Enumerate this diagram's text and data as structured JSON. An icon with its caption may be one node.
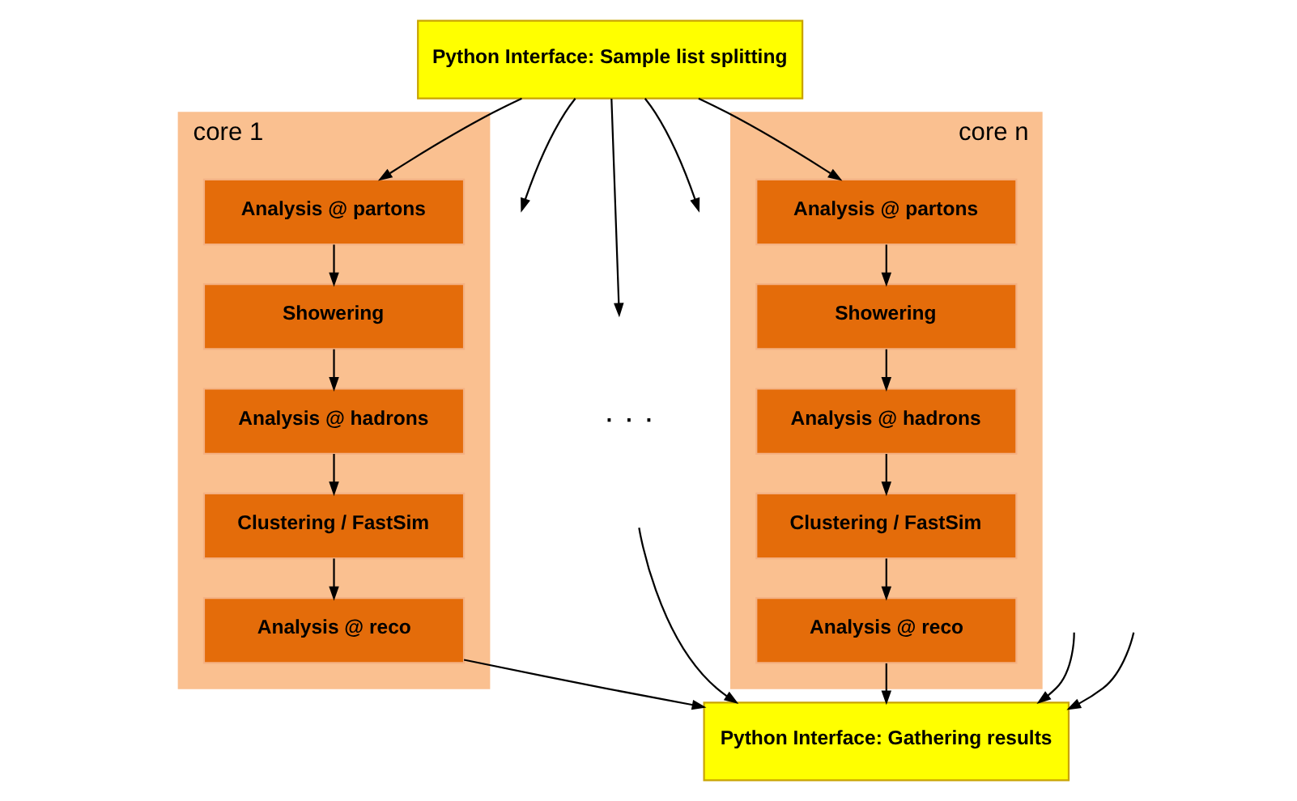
{
  "diagram": {
    "nodes": [
      {
        "text": [
          "Python Interface: Sample list splitting"
        ]
      },
      {
        "text": [
          "core 1"
        ]
      },
      {
        "text": [
          "Analysis @ partons"
        ],
        "in": 1
      },
      {
        "text": [
          "Showering"
        ],
        "in": 1
      },
      {
        "text": [
          "Analysis @ hadrons"
        ],
        "in": 1
      },
      {
        "text": [
          "Clustering / FastSim"
        ],
        "in": 1
      },
      {
        "text": [
          "Analysis @ reco"
        ],
        "in": 1
      },
      {
        "text": [
          "core n"
        ]
      },
      {
        "text": [
          "Analysis @ partons"
        ],
        "in": 7
      },
      {
        "text": [
          "Showering"
        ],
        "in": 7
      },
      {
        "text": [
          "Analysis @ hadrons"
        ],
        "in": 7
      },
      {
        "text": [
          "Clustering / FastSim"
        ],
        "in": 7
      },
      {
        "text": [
          "Analysis @ reco"
        ],
        "in": 7
      },
      {
        "text": [
          "Python Interface: Gathering results"
        ]
      }
    ],
    "edges": [
      {
        "from": 0,
        "to": 2,
        "arrow": "to"
      },
      {
        "from": 0,
        "to": null,
        "arrow": "to"
      },
      {
        "from": 0,
        "to": null,
        "arrow": "to"
      },
      {
        "from": 0,
        "to": null,
        "arrow": "to"
      },
      {
        "from": 0,
        "to": 8,
        "arrow": "to"
      },
      {
        "from": 2,
        "to": 3,
        "arrow": "to"
      },
      {
        "from": 3,
        "to": 4,
        "arrow": "to"
      },
      {
        "from": 4,
        "to": 5,
        "arrow": "to"
      },
      {
        "from": 5,
        "to": 6,
        "arrow": "to"
      },
      {
        "from": 8,
        "to": 9,
        "arrow": "to"
      },
      {
        "from": 9,
        "to": 10,
        "arrow": "to"
      },
      {
        "from": 10,
        "to": 11,
        "arrow": "to"
      },
      {
        "from": 11,
        "to": 12,
        "arrow": "to"
      },
      {
        "from": 6,
        "to": 13,
        "arrow": "to"
      },
      {
        "from": null,
        "to": 13,
        "arrow": "to"
      },
      {
        "from": null,
        "to": 13,
        "arrow": "to"
      },
      {
        "from": null,
        "to": 13,
        "arrow": "to"
      },
      {
        "from": 12,
        "to": 13,
        "arrow": "to"
      }
    ],
    "labels": [
      "· · ·"
    ]
  }
}
